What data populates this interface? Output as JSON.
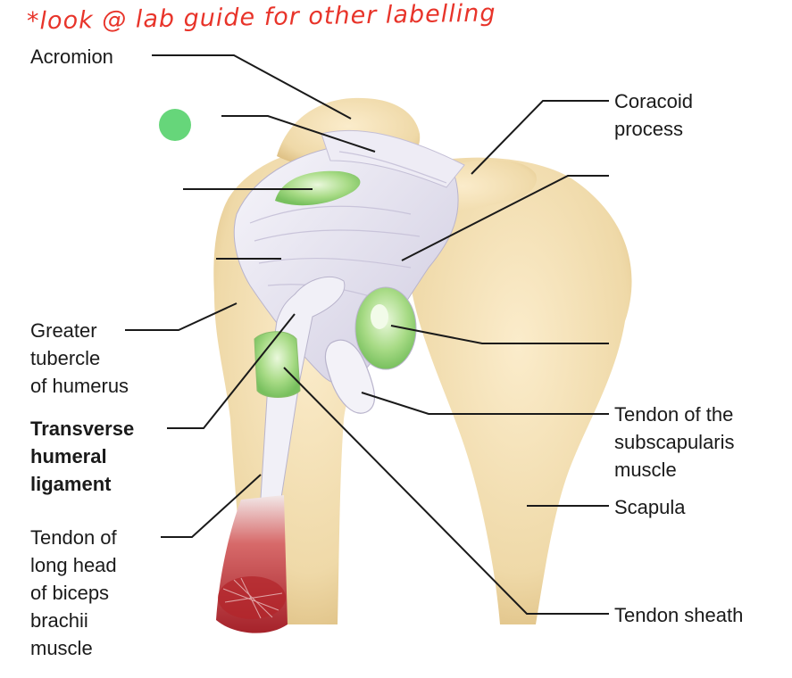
{
  "handwritten_note": "*look @ lab guide for other labelling",
  "labels": {
    "acromion": "Acromion",
    "coracoid_process": "Coracoid\nprocess",
    "greater_tubercle": "Greater\ntubercle\nof humerus",
    "transverse_humeral_ligament": "Transverse\nhumeral\nligament",
    "tendon_long_head_biceps": "Tendon of\nlong head\nof biceps\nbrachii\nmuscle",
    "tendon_subscapularis": "Tendon of the\nsubscapularis\nmuscle",
    "scapula": "Scapula",
    "tendon_sheath": "Tendon sheath"
  },
  "colors": {
    "bone": "#efd9a8",
    "ligament": "#e9e6f2",
    "bursa_green": "#9ed77d",
    "muscle_red": "#b3262b",
    "marker_dot": "#66d67a",
    "annotation_red": "#e8342a"
  }
}
